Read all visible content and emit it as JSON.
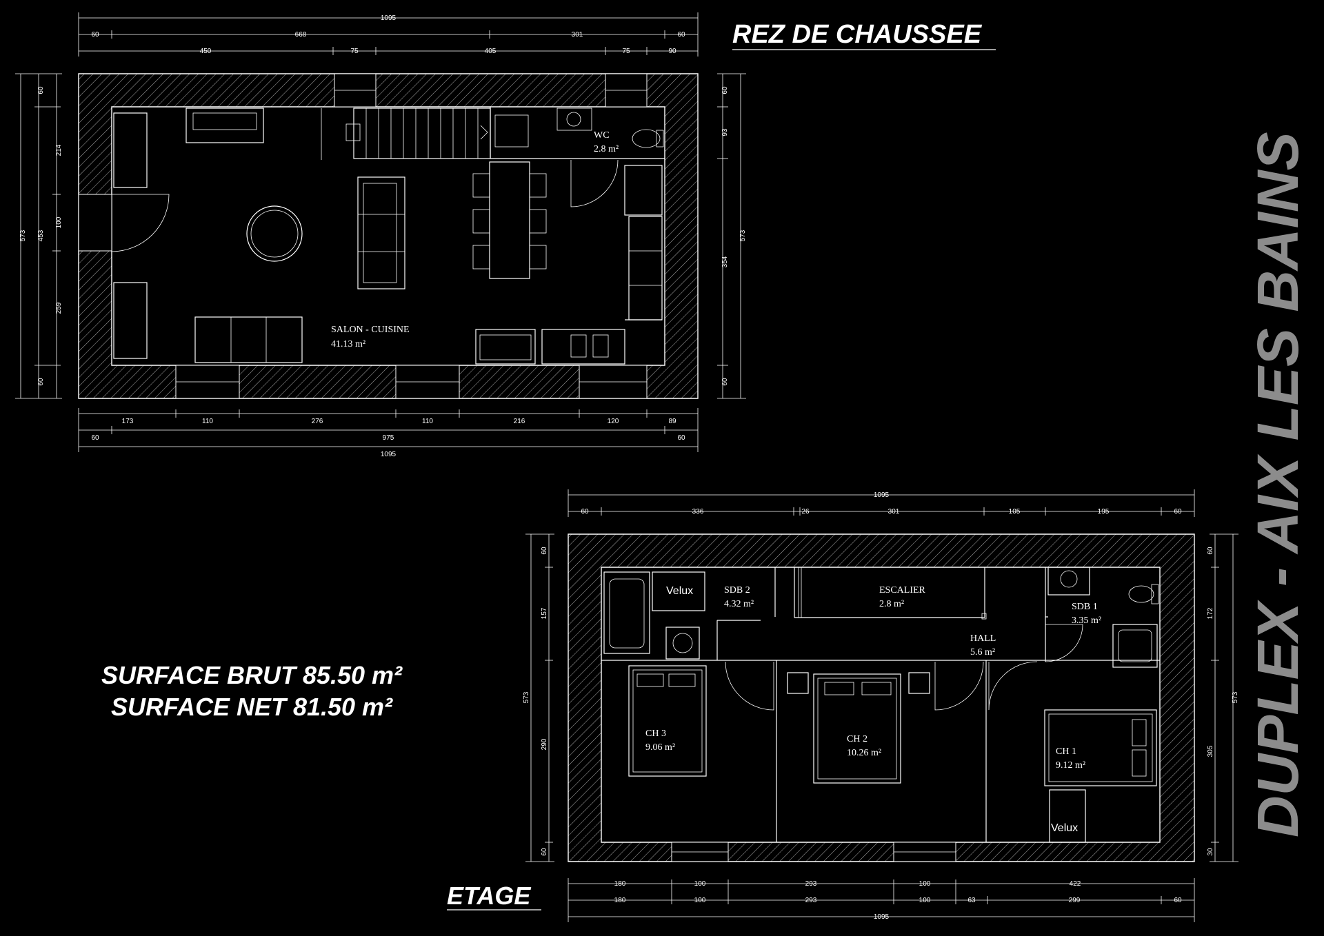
{
  "titles": {
    "ground_floor": "REZ DE CHAUSSEE",
    "upper_floor": "ETAGE",
    "side": "DUPLEX - AIX LES BAINS"
  },
  "surfaces": {
    "brut": "SURFACE BRUT 85.50 m²",
    "net": "SURFACE NET 81.50 m²"
  },
  "ground_rooms": {
    "wc_name": "WC",
    "wc_area": "2.8 m²",
    "salon_name": "SALON - CUISINE",
    "salon_area": "41.13 m²"
  },
  "upper_rooms": {
    "sdb2_name": "SDB 2",
    "sdb2_area": "4.32 m²",
    "escalier_name": "ESCALIER",
    "escalier_area": "2.8 m²",
    "sdb1_name": "SDB 1",
    "sdb1_area": "3.35 m²",
    "hall_name": "HALL",
    "hall_area": "5.6 m²",
    "ch3_name": "CH 3",
    "ch3_area": "9.06 m²",
    "ch2_name": "CH 2",
    "ch2_area": "10.26 m²",
    "ch1_name": "CH 1",
    "ch1_area": "9.12 m²",
    "velux1": "Velux",
    "velux2": "Velux"
  },
  "ground_dims": {
    "top_total": "1095",
    "top_row1": [
      "60",
      "668",
      "301",
      "60"
    ],
    "top_row2": [
      "450",
      "75",
      "405",
      "75",
      "90"
    ],
    "bottom_row1": [
      "173",
      "110",
      "276",
      "110",
      "216",
      "120",
      "89"
    ],
    "bottom_row2": [
      "60",
      "975",
      "60"
    ],
    "bottom_total": "1095",
    "left_total": "573",
    "left_mid": "453",
    "left_inner": [
      "60",
      "214",
      "100",
      "259",
      "60"
    ],
    "right_outer": [
      "60",
      "93",
      "354",
      "60"
    ],
    "right_total": "573"
  },
  "upper_dims": {
    "top_total": "1095",
    "top_row": [
      "60",
      "336",
      "26",
      "301",
      "105",
      "195",
      "60"
    ],
    "bottom_row1": [
      "180",
      "100",
      "293",
      "100",
      "422"
    ],
    "bottom_row2": [
      "180",
      "100",
      "293",
      "100",
      "63",
      "299",
      "60"
    ],
    "bottom_total": "1095",
    "left_inner": [
      "60",
      "157",
      "290",
      "60"
    ],
    "left_total": "573",
    "right_inner": [
      "60",
      "172",
      "305",
      "30"
    ],
    "right_total": "573"
  }
}
